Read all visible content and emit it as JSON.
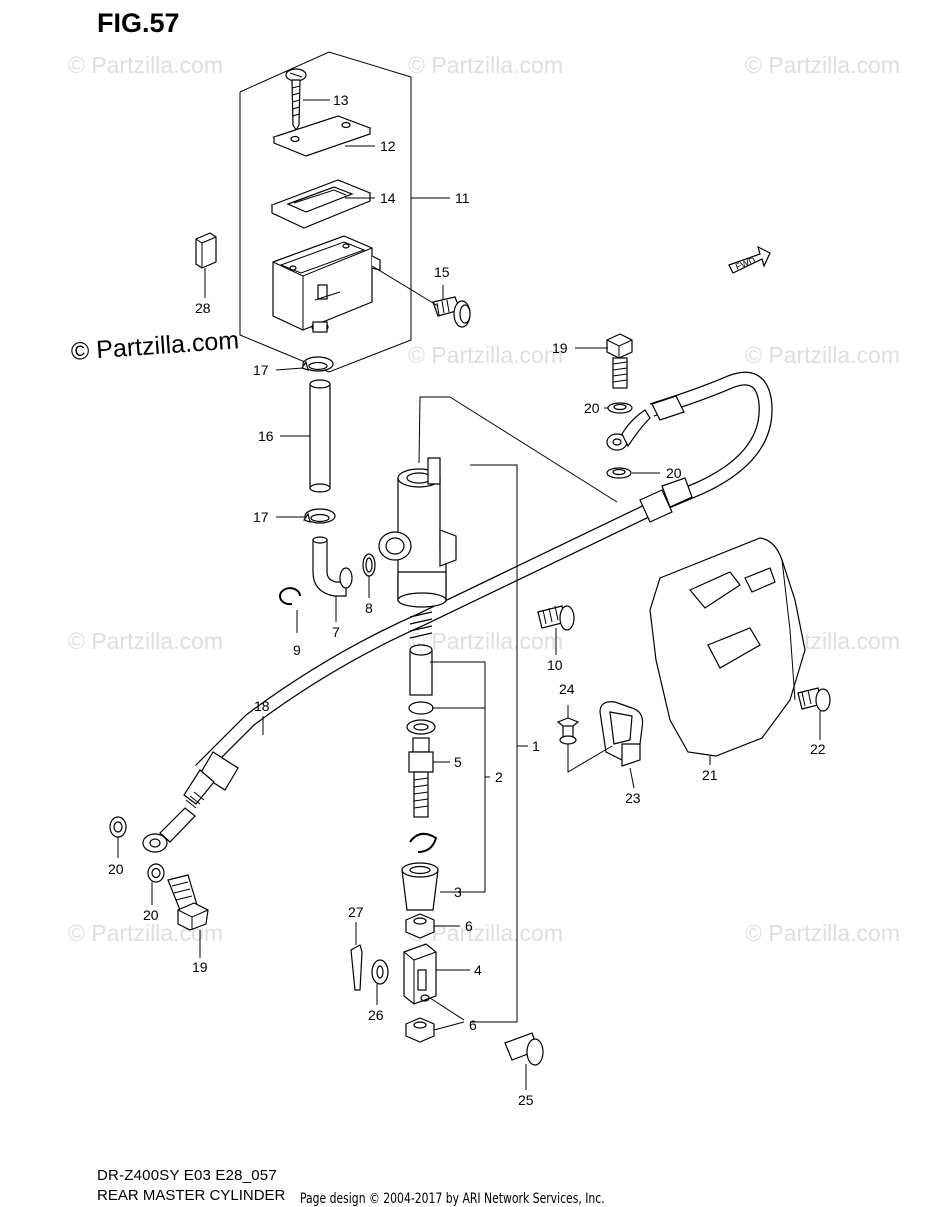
{
  "figure": {
    "title": "FIG.57",
    "model_code": "DR-Z400SY E03 E28_057",
    "caption": "REAR MASTER CYLINDER",
    "copyright_stamp": "© Partzilla.com",
    "page_design": "Page design © 2004-2017 by ARI Network Services, Inc.",
    "fwd_label": "FWD"
  },
  "watermark": {
    "text": "© Partzilla.com",
    "color": "#dedede"
  },
  "callouts": [
    {
      "id": "c13",
      "label": "13"
    },
    {
      "id": "c12",
      "label": "12"
    },
    {
      "id": "c14",
      "label": "14"
    },
    {
      "id": "c11",
      "label": "11"
    },
    {
      "id": "c15",
      "label": "15"
    },
    {
      "id": "c28",
      "label": "28"
    },
    {
      "id": "c19a",
      "label": "19"
    },
    {
      "id": "c20a",
      "label": "20"
    },
    {
      "id": "c20b",
      "label": "20"
    },
    {
      "id": "c17a",
      "label": "17"
    },
    {
      "id": "c16",
      "label": "16"
    },
    {
      "id": "c17b",
      "label": "17"
    },
    {
      "id": "c8",
      "label": "8"
    },
    {
      "id": "c7",
      "label": "7"
    },
    {
      "id": "c9",
      "label": "9"
    },
    {
      "id": "c10",
      "label": "10"
    },
    {
      "id": "c24",
      "label": "24"
    },
    {
      "id": "c22",
      "label": "22"
    },
    {
      "id": "c21",
      "label": "21"
    },
    {
      "id": "c23",
      "label": "23"
    },
    {
      "id": "c18",
      "label": "18"
    },
    {
      "id": "c5",
      "label": "5"
    },
    {
      "id": "c2",
      "label": "2"
    },
    {
      "id": "c1",
      "label": "1"
    },
    {
      "id": "c3",
      "label": "3"
    },
    {
      "id": "c6a",
      "label": "6"
    },
    {
      "id": "c4",
      "label": "4"
    },
    {
      "id": "c6b",
      "label": "6"
    },
    {
      "id": "c27",
      "label": "27"
    },
    {
      "id": "c26",
      "label": "26"
    },
    {
      "id": "c25",
      "label": "25"
    },
    {
      "id": "c20c",
      "label": "20"
    },
    {
      "id": "c20d",
      "label": "20"
    },
    {
      "id": "c19b",
      "label": "19"
    }
  ]
}
